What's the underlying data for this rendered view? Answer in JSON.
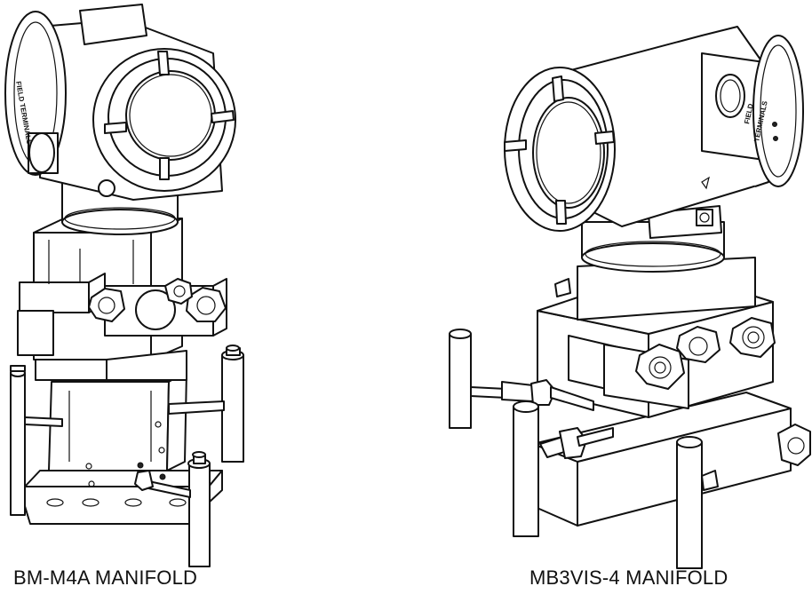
{
  "captions": {
    "left": "BM-M4A MANIFOLD",
    "right": "MB3VIS-4 MANIFOLD"
  },
  "housing_labels": {
    "left": "FIELD TERMINALS",
    "right_line1": "FIELD",
    "right_line2": "TERMINALS"
  }
}
